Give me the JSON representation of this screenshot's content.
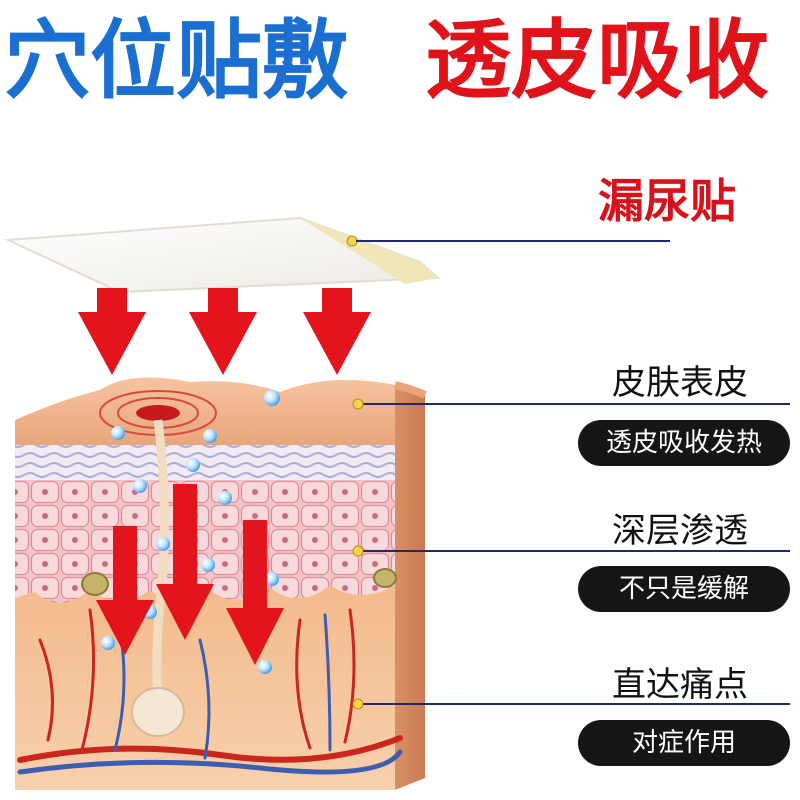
{
  "headline": {
    "left": "穴位贴敷",
    "right": "透皮吸收"
  },
  "product_name": "漏尿贴",
  "layers": [
    {
      "title": "皮肤表皮",
      "badge": "透皮吸收发热"
    },
    {
      "title": "深层渗透",
      "badge": "不只是缓解"
    },
    {
      "title": "直达痛点",
      "badge": "对症作用"
    }
  ],
  "colors": {
    "headline_left": "#1a6fd1",
    "headline_right": "#e0121a",
    "arrow": "#e3141c",
    "leader_line": "#1f2a6e",
    "badge_bg": "#161616"
  }
}
